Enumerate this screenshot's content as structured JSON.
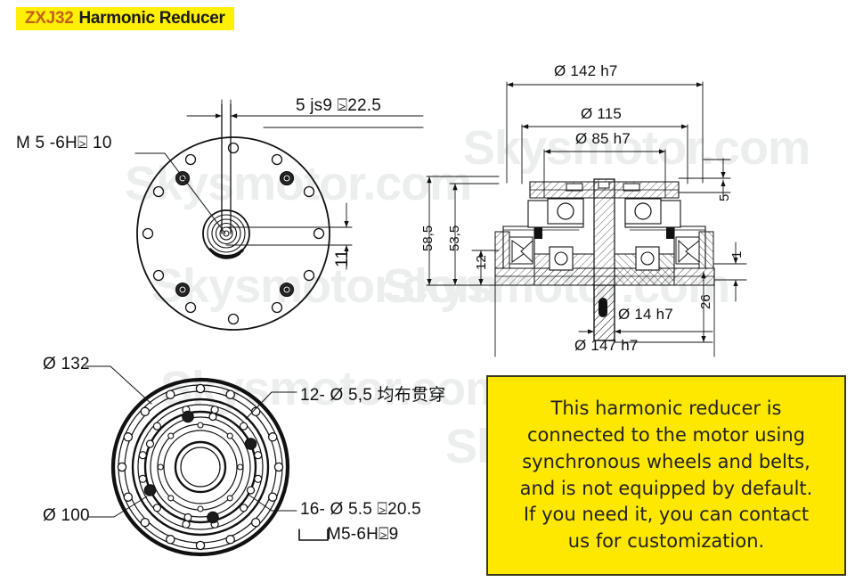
{
  "header": {
    "model": "ZXJ32",
    "product": "Harmonic Reducer",
    "banner_bg": "#ffef00",
    "model_color": "#c2611b",
    "product_color": "#1a1a1a"
  },
  "watermark": {
    "text": "Skysmotor.com",
    "color": "#eceded"
  },
  "views": {
    "top_left": {
      "name": "front-flange-view",
      "labels": {
        "thread_spec": "M 5  -6H⍄ 10",
        "key_spec": "5 js9  ⍄22.5",
        "dim_11": "11"
      }
    },
    "section": {
      "name": "cross-section-view",
      "labels": {
        "od_142": "Ø  142 h7",
        "pcd_115": "Ø  115",
        "bore_85": "Ø  85 h7",
        "h_58_5": "58,5",
        "h_53_5": "53,5",
        "h_12": "12",
        "h_5": "5",
        "h_1": "1",
        "h_26": "26",
        "bore_14": "Ø  14 h7",
        "od_147": "Ø  147 h7"
      }
    },
    "bottom_left": {
      "name": "rear-flange-view",
      "labels": {
        "pcd_132": "Ø  132",
        "pcd_100": "Ø  100",
        "holes_12": "12-  Ø  5,5  均布贯穿",
        "holes_16": "16-  Ø  5.5  ⍄20.5",
        "thread_m5": "M5-6H⍄9"
      }
    }
  },
  "note": {
    "bg": "#ffe800",
    "border": "#3a3a1a",
    "lines": [
      "This harmonic reducer is",
      "connected to the motor using",
      "synchronous wheels and belts,",
      "and is not equipped by default.",
      "If you need it, you can contact",
      "us for customization."
    ]
  }
}
